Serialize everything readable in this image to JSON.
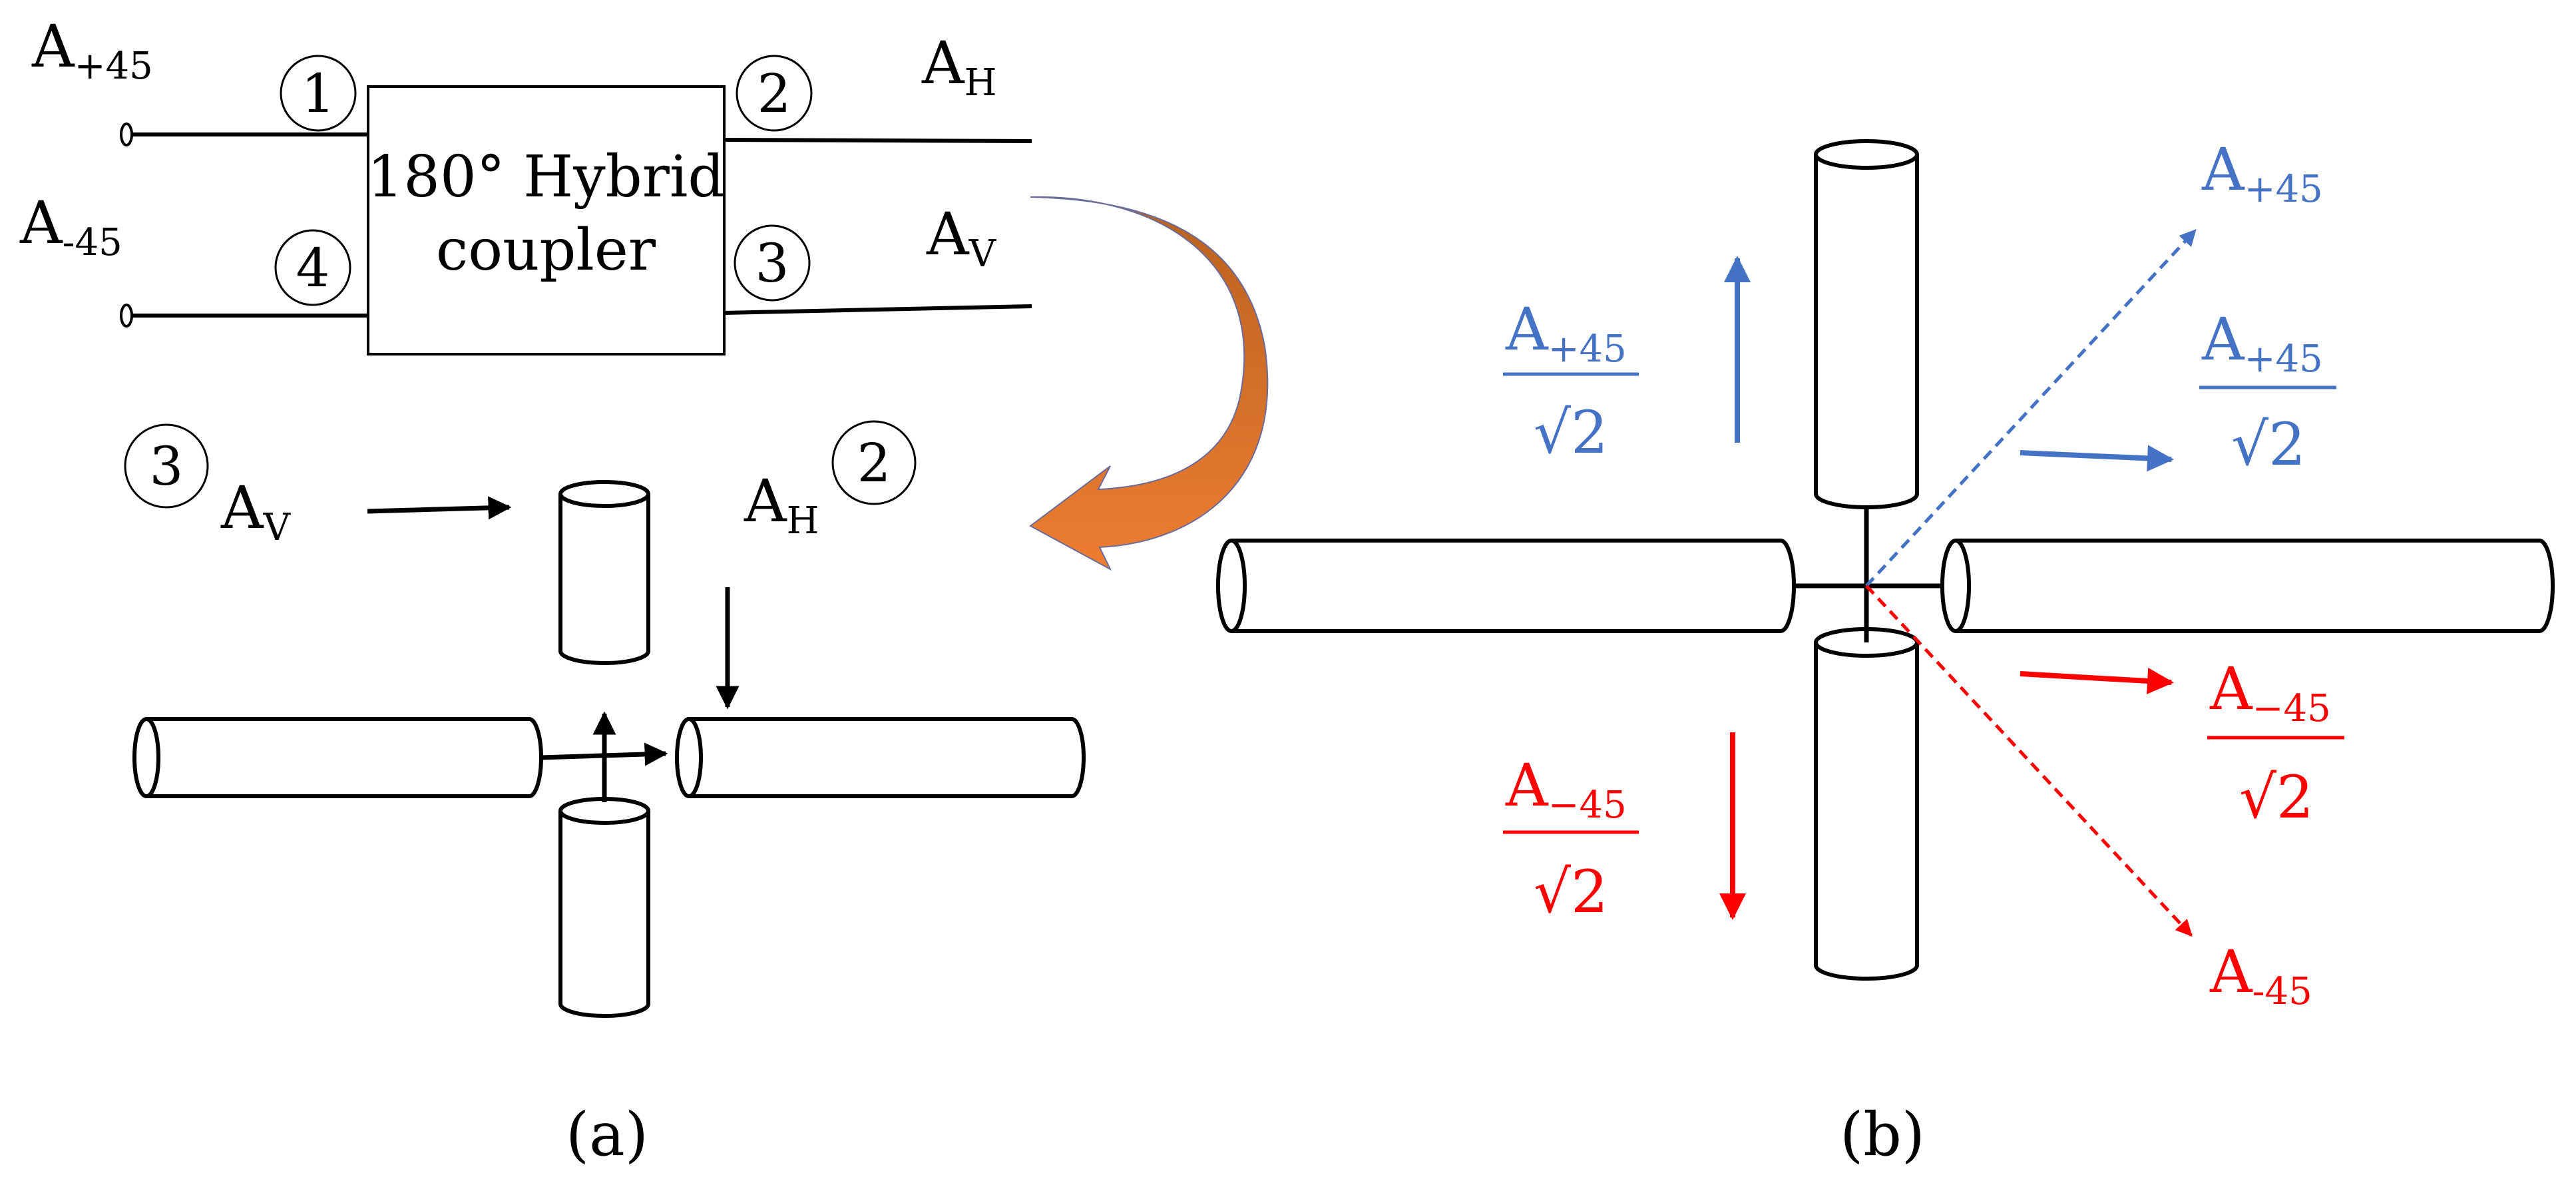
{
  "colors": {
    "ink": "#000000",
    "blue": "#4472C4",
    "red": "#FF0000",
    "orange_light": "#ED7D31",
    "orange_dark": "#B8611F"
  },
  "panel_a": {
    "caption": "(a)",
    "coupler": {
      "line1": "180° Hybrid",
      "line2": "coupler"
    },
    "ports": {
      "p1": "1",
      "p2": "2",
      "p3": "3",
      "p4": "4"
    },
    "inputs": {
      "plus45": {
        "base": "A",
        "sub": "+45"
      },
      "minus45": {
        "base": "A",
        "sub": "-45"
      }
    },
    "outputs": {
      "h": {
        "base": "A",
        "sub": "H"
      },
      "v": {
        "base": "A",
        "sub": "V"
      }
    },
    "dipole_labels": {
      "port3": "3",
      "port2": "2",
      "v": {
        "base": "A",
        "sub": "V"
      },
      "h": {
        "base": "A",
        "sub": "H"
      }
    }
  },
  "panel_b": {
    "caption": "(b)",
    "blue_vertical": {
      "num_base": "A",
      "num_sub": "+45",
      "den": "√2"
    },
    "blue_horizontal": {
      "num_base": "A",
      "num_sub": "+45",
      "den": "√2"
    },
    "blue_diagonal": {
      "base": "A",
      "sub": "+45"
    },
    "red_vertical": {
      "num_base": "A",
      "num_sub": "−45",
      "den": "√2"
    },
    "red_horizontal": {
      "num_base": "A",
      "num_sub": "−45",
      "den": "√2"
    },
    "red_diagonal": {
      "base": "A",
      "sub": "-45"
    }
  }
}
